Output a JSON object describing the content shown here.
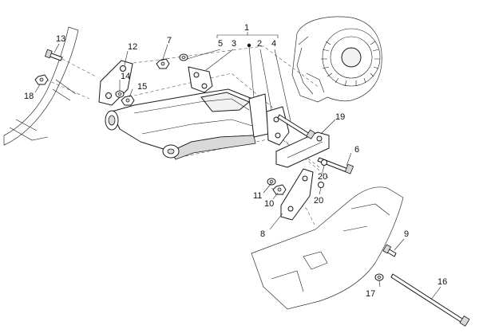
{
  "callouts": [
    {
      "id": "1",
      "text": "1"
    },
    {
      "id": "2",
      "text": "2"
    },
    {
      "id": "3",
      "text": "3"
    },
    {
      "id": "4",
      "text": "4"
    },
    {
      "id": "5",
      "text": "5"
    },
    {
      "id": "6",
      "text": "6"
    },
    {
      "id": "7",
      "text": "7"
    },
    {
      "id": "8",
      "text": "8"
    },
    {
      "id": "9",
      "text": "9"
    },
    {
      "id": "10",
      "text": "10"
    },
    {
      "id": "11",
      "text": "11"
    },
    {
      "id": "12",
      "text": "12"
    },
    {
      "id": "13",
      "text": "13"
    },
    {
      "id": "14",
      "text": "14"
    },
    {
      "id": "15",
      "text": "15"
    },
    {
      "id": "16",
      "text": "16"
    },
    {
      "id": "17",
      "text": "17"
    },
    {
      "id": "18",
      "text": "18"
    },
    {
      "id": "19",
      "text": "19"
    },
    {
      "id": "20a",
      "text": "20"
    },
    {
      "id": "20b",
      "text": "20"
    }
  ],
  "colors": {
    "line": "#1a1a1a",
    "paper": "#ffffff",
    "shade": "#d9d9d9"
  }
}
